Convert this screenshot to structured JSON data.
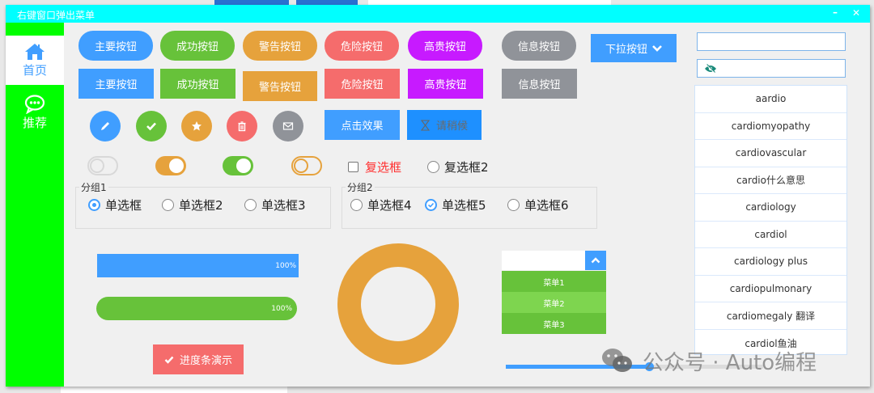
{
  "window": {
    "title": "右键窗口弹出菜单",
    "minimize_label": "–",
    "close_label": "✕",
    "titlebar_color": "#00ffff"
  },
  "sidebar": {
    "color": "#00ff00",
    "items": [
      {
        "label": "首页",
        "icon": "home-icon",
        "active": true
      },
      {
        "label": "推荐",
        "icon": "chat-bubble-icon",
        "active": false
      }
    ]
  },
  "buttons": {
    "round_row": [
      {
        "label": "主要按钮",
        "type": "primary"
      },
      {
        "label": "成功按钮",
        "type": "success"
      },
      {
        "label": "警告按钮",
        "type": "warning"
      },
      {
        "label": "危险按钮",
        "type": "danger"
      },
      {
        "label": "高贵按钮",
        "type": "royal"
      },
      {
        "label": "信息按钮",
        "type": "info"
      }
    ],
    "square_row": [
      {
        "label": "主要按钮",
        "type": "primary"
      },
      {
        "label": "成功按钮",
        "type": "success"
      },
      {
        "label": "警告按钮",
        "type": "warning"
      },
      {
        "label": "危险按钮",
        "type": "danger"
      },
      {
        "label": "高贵按钮",
        "type": "royal"
      },
      {
        "label": "信息按钮",
        "type": "info"
      }
    ],
    "dropdown": {
      "label": "下拉按钮",
      "icon": "chevron-down-icon"
    },
    "icon_circles": [
      {
        "icon": "pencil-icon",
        "type": "primary"
      },
      {
        "icon": "check-icon",
        "type": "success"
      },
      {
        "icon": "star-icon",
        "type": "warning"
      },
      {
        "icon": "trash-icon",
        "type": "danger"
      },
      {
        "icon": "mail-icon",
        "type": "info"
      }
    ],
    "click_effect": {
      "label": "点击效果"
    },
    "loading": {
      "label": "请稍候",
      "icon": "hourglass-icon"
    },
    "progress_demo": {
      "label": "进度条演示",
      "icon": "check-icon"
    }
  },
  "colors": {
    "primary": "#409eff",
    "success": "#67c23a",
    "warning": "#e6a23c",
    "danger": "#f56c6c",
    "royal": "#c71aff",
    "info": "#909399"
  },
  "toggles": [
    {
      "state": "off",
      "style": "gray-outline"
    },
    {
      "state": "on",
      "style": "warning-filled"
    },
    {
      "state": "on",
      "style": "success-filled"
    },
    {
      "state": "off",
      "style": "warning-outline"
    }
  ],
  "checkboxes": [
    {
      "label": "复选框",
      "checked": false,
      "color": "#ff3030"
    },
    {
      "label": "复选框2",
      "checked": false
    }
  ],
  "radio_groups": [
    {
      "title": "分组1",
      "options": [
        {
          "label": "单选框",
          "selected": true
        },
        {
          "label": "单选框2",
          "selected": false
        },
        {
          "label": "单选框3",
          "selected": false
        }
      ]
    },
    {
      "title": "分组2",
      "options": [
        {
          "label": "单选框4",
          "selected": false
        },
        {
          "label": "单选框5",
          "selected": true
        },
        {
          "label": "单选框6",
          "selected": false
        }
      ]
    }
  ],
  "progress_bars": [
    {
      "value": "100%",
      "style": "square",
      "color": "#409eff"
    },
    {
      "value": "100%",
      "style": "round",
      "color": "#67c23a"
    }
  ],
  "ring": {
    "color": "#e6a23c"
  },
  "combo": {
    "value": "",
    "icon": "chevron-up-icon",
    "items": [
      "菜单1",
      "菜单2",
      "菜单3"
    ],
    "hovered_index": 1
  },
  "slider": {
    "percent": 56
  },
  "textboxes": [
    {
      "value": "",
      "placeholder": ""
    },
    {
      "value": "",
      "icon": "eye-slash-icon"
    }
  ],
  "suggestions": [
    "aardio",
    "cardiomyopathy",
    "cardiovascular",
    "cardio什么意思",
    "cardiology",
    "cardiol",
    "cardiology plus",
    "cardiopulmonary",
    "cardiomegaly 翻译",
    "cardiol鱼油"
  ],
  "watermark": {
    "text": "公众号 · Auto编程"
  }
}
